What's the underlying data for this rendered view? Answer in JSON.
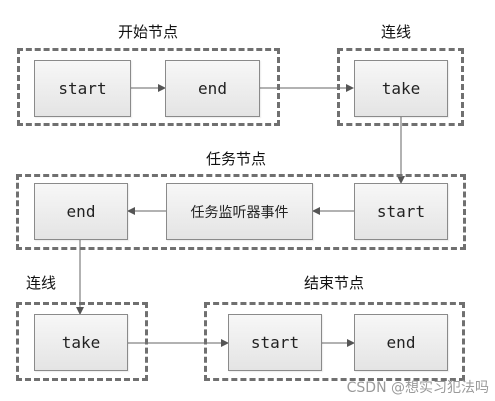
{
  "groups": {
    "start_group": "开始节点",
    "link_top": "连线",
    "task_group": "任务节点",
    "link_bottom": "连线",
    "end_group": "结束节点"
  },
  "nodes": {
    "g1_start": "start",
    "g1_end": "end",
    "g2_take": "take",
    "g3_start": "start",
    "g3_event": "任务监听器事件",
    "g3_end": "end",
    "g4_take": "take",
    "g5_start": "start",
    "g5_end": "end"
  },
  "watermark": "CSDN @想实习犯法吗"
}
